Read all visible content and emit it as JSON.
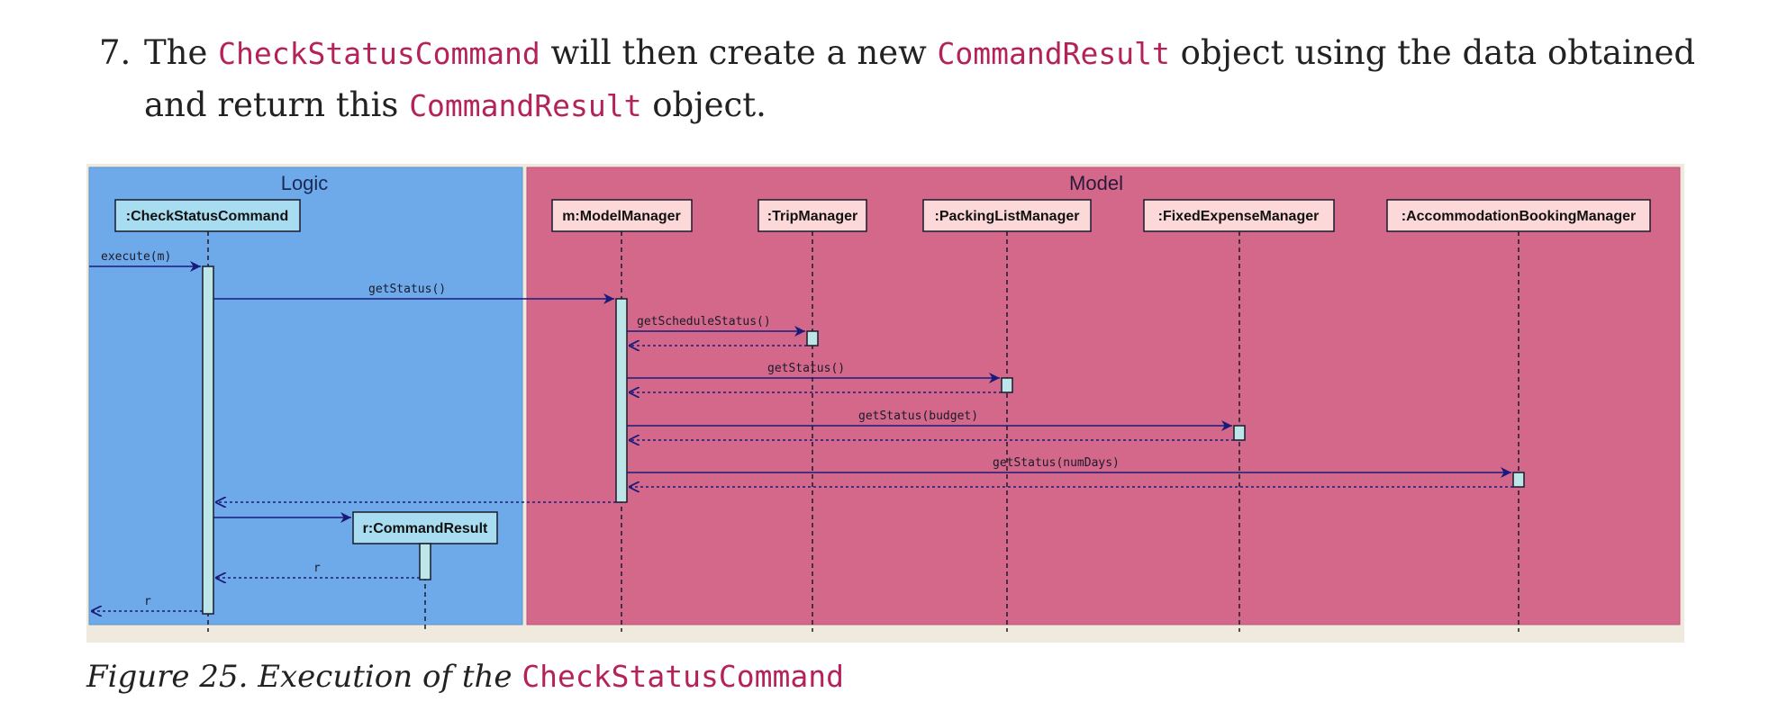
{
  "step": {
    "number": "7.",
    "t1": "The ",
    "c1": "CheckStatusCommand",
    "t2": " will then create a new ",
    "c2": "CommandResult",
    "t3": " object using the data obtained and return this ",
    "c3": "CommandResult",
    "t4": " object."
  },
  "diagram": {
    "boxes": {
      "logic": "Logic",
      "model": "Model"
    },
    "participants": {
      "check_status_command": ":CheckStatusCommand",
      "model_manager": "m:ModelManager",
      "trip_manager": ":TripManager",
      "packing_list_manager": ":PackingListManager",
      "fixed_expense_manager": ":FixedExpenseManager",
      "accommodation_booking_manager": ":AccommodationBookingManager",
      "command_result": "r:CommandResult"
    },
    "messages": {
      "execute": "execute(m)",
      "get_status": "getStatus()",
      "get_schedule_status": "getScheduleStatus()",
      "get_status_packing": "getStatus()",
      "get_status_budget": "getStatus(budget)",
      "get_status_num_days": "getStatus(numDays)",
      "return_r1": "r",
      "return_r2": "r"
    },
    "colors": {
      "logic_box": "#6eaaea",
      "model_box": "#d4688a",
      "participant_logic": "#a8dcf0",
      "participant_model": "#fcd8d8",
      "activation": "#bde6e8",
      "arrow": "#1a1a7a",
      "frame": "#efeadd"
    }
  },
  "caption": {
    "prefix": "Figure 25. Execution of the ",
    "code": "CheckStatusCommand"
  }
}
